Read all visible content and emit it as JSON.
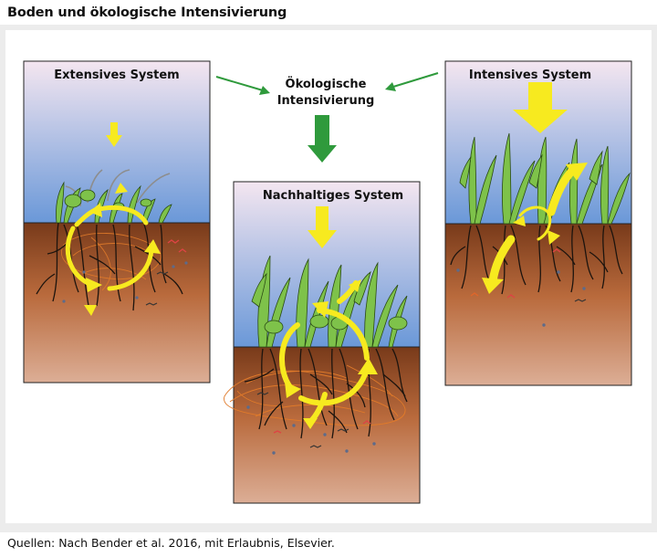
{
  "figure": {
    "title": "Boden und ökologische Intensivierung",
    "source": "Quellen: Nach Bender et al. 2016, mit Erlaubnis, Elsevier."
  },
  "panels": {
    "extensive": {
      "label": "Extensives System"
    },
    "sustainable": {
      "label": "Nachhaltiges System"
    },
    "intensive": {
      "label": "Intensives System"
    }
  },
  "center": {
    "line1": "Ökologische",
    "line2": "Intensivierung"
  },
  "colors": {
    "sky_top": "#f2e4ef",
    "sky_bottom": "#6f9ad6",
    "soil_top": "#7c3d1c",
    "soil_bottom": "#d8a88e",
    "arrow_green": "#2f9a3c",
    "cycle_yellow": "#f7ea1f",
    "plant_green": "#7ec24a",
    "root": "#1c140e",
    "hyphae": "#e07a2a"
  },
  "icons": [
    "nutrient-cycle-icon",
    "input-arrow-icon",
    "plant-icon",
    "root-icon",
    "soil-organism-icon"
  ]
}
